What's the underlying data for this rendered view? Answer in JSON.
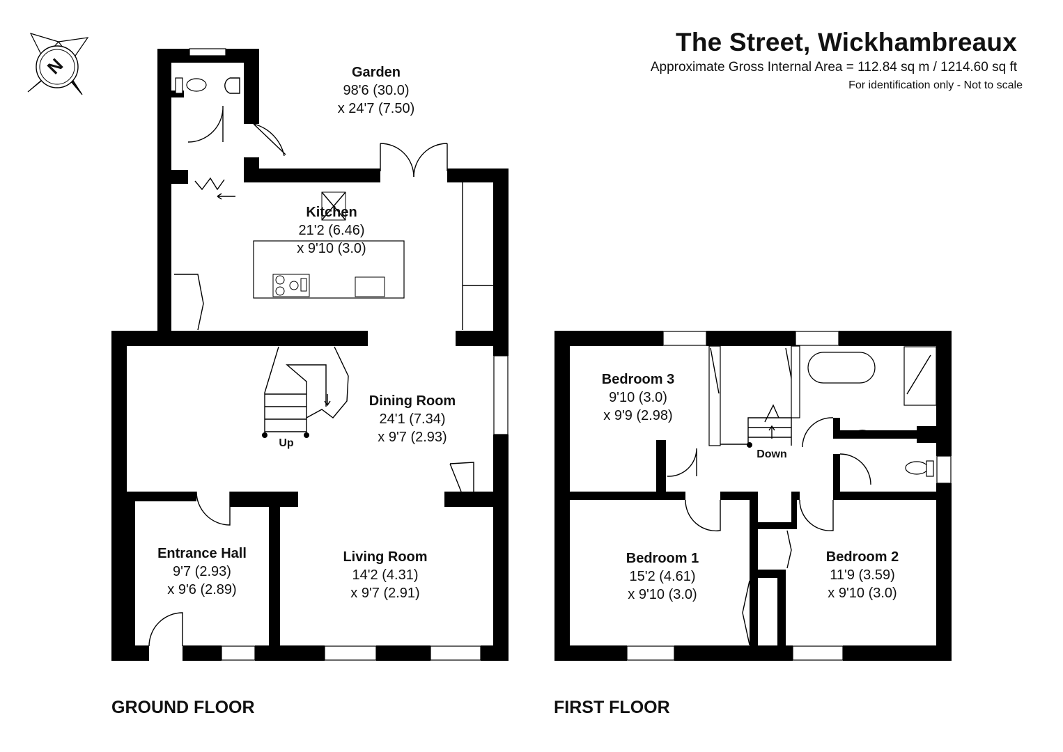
{
  "header": {
    "title": "The Street, Wickhambreaux",
    "area": "Approximate Gross Internal Area = 112.84 sq m / 1214.60 sq ft",
    "note": "For identification only - Not to scale"
  },
  "compass": {
    "letter": "N",
    "icon": "compass-icon"
  },
  "floors": {
    "ground": "GROUND FLOOR",
    "first": "FIRST FLOOR"
  },
  "rooms": {
    "garden": {
      "name": "Garden",
      "dim1": "98'6 (30.0)",
      "dim2": "x 24'7 (7.50)"
    },
    "kitchen": {
      "name": "Kitchen",
      "dim1": "21'2 (6.46)",
      "dim2": "x 9'10 (3.0)"
    },
    "dining": {
      "name": "Dining Room",
      "dim1": "24'1 (7.34)",
      "dim2": "x 9'7 (2.93)"
    },
    "entrance": {
      "name": "Entrance Hall",
      "dim1": "9'7 (2.93)",
      "dim2": "x 9'6 (2.89)"
    },
    "living": {
      "name": "Living Room",
      "dim1": "14'2 (4.31)",
      "dim2": "x 9'7 (2.91)"
    },
    "bedroom3": {
      "name": "Bedroom 3",
      "dim1": "9'10 (3.0)",
      "dim2": "x 9'9 (2.98)"
    },
    "bedroom1": {
      "name": "Bedroom 1",
      "dim1": "15'2 (4.61)",
      "dim2": "x 9'10 (3.0)"
    },
    "bedroom2": {
      "name": "Bedroom 2",
      "dim1": "11'9 (3.59)",
      "dim2": "x 9'10 (3.0)"
    }
  },
  "stairs": {
    "up": "Up",
    "down": "Down"
  }
}
